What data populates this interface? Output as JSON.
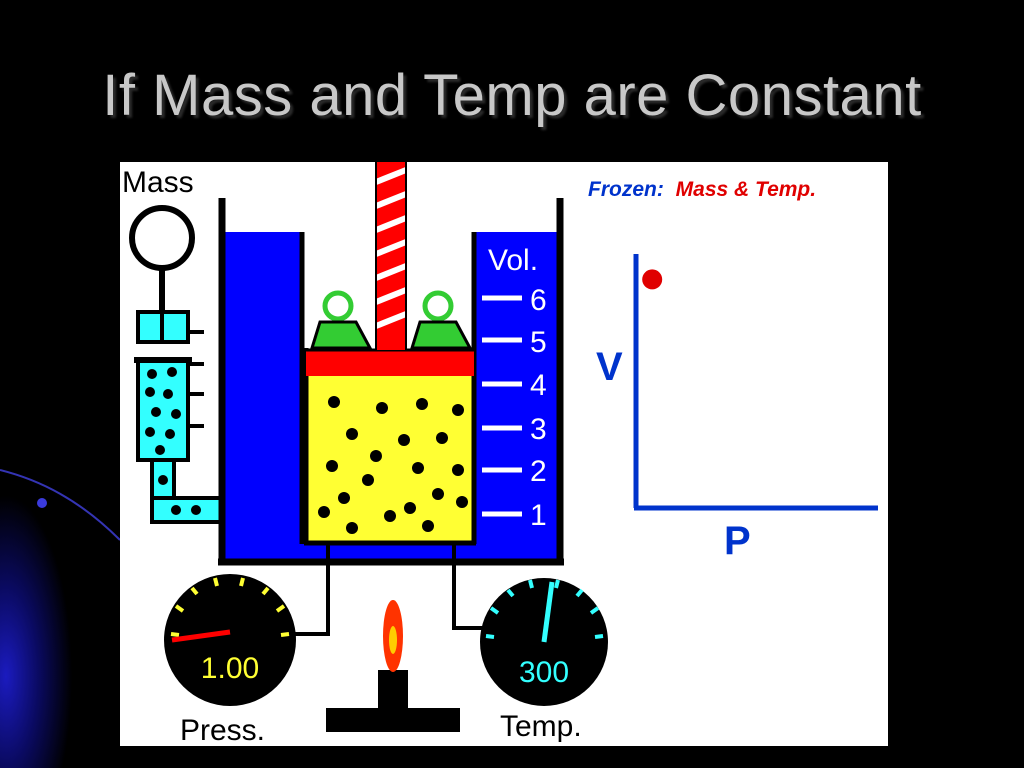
{
  "slide": {
    "title": "If Mass and Temp are Constant"
  },
  "apparatus": {
    "mass_label": "Mass",
    "frozen_label": "Frozen:",
    "frozen_vars": "Mass & Temp.",
    "volume_label": "Vol.",
    "volume_scale": [
      "6",
      "5",
      "4",
      "3",
      "2",
      "1"
    ],
    "pressure_gauge": {
      "label": "Press.",
      "reading": "1.00"
    },
    "temperature_gauge": {
      "label": "Temp.",
      "reading": "300"
    }
  },
  "chart_data": {
    "type": "scatter",
    "title": "",
    "xlabel": "P",
    "ylabel": "V",
    "series": [
      {
        "x": [
          1.0
        ],
        "y": [
          4.5
        ]
      }
    ],
    "point_color": "#e00000",
    "axis_color": "#0033cc"
  },
  "colors": {
    "water": "#0000ff",
    "gas": "#ffff33",
    "piston": "#ff0000",
    "weights": "#33cc33",
    "syringe": "#33ffff",
    "gauge_face": "#000000",
    "pressure_needle": "#ff0000",
    "temperature_needle": "#33ffff",
    "flame": "#ff3300"
  }
}
